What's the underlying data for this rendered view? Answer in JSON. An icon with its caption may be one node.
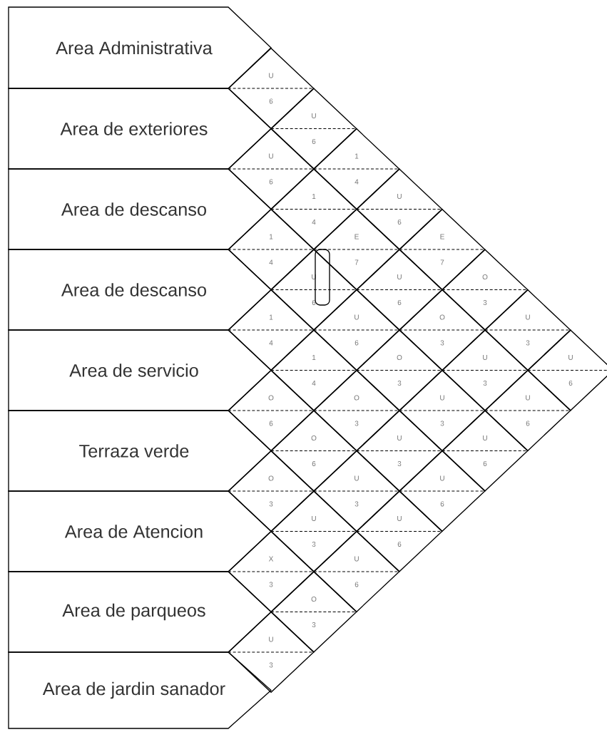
{
  "diagram": {
    "nodes": [
      {
        "text": [
          "Area Administrativa"
        ]
      },
      {
        "text": [
          "Area de exteriores"
        ]
      },
      {
        "text": [
          "Area de descanso"
        ]
      },
      {
        "text": [
          "Area de descanso"
        ]
      },
      {
        "text": [
          "Area de servicio"
        ]
      },
      {
        "text": [
          "Terraza  verde"
        ]
      },
      {
        "text": [
          "Area de Atencion"
        ]
      },
      {
        "text": [
          "Area de parqueos"
        ]
      },
      {
        "text": [
          "Area de jardin sanador"
        ]
      },
      {
        "text": [
          "U",
          "6"
        ]
      },
      {
        "text": [
          "U",
          "6"
        ]
      },
      {
        "text": [
          "U",
          "6"
        ]
      },
      {
        "text": [
          "1",
          "4"
        ]
      },
      {
        "text": [
          "1",
          "4"
        ]
      },
      {
        "text": [
          "U",
          "6"
        ]
      },
      {
        "text": [
          "1",
          "4"
        ]
      },
      {
        "text": [
          "E",
          "7"
        ]
      },
      {
        "text": [
          "E",
          "7"
        ]
      },
      {
        "text": [
          "U",
          "6"
        ]
      },
      {
        "text": [
          "U",
          "6"
        ]
      },
      {
        "text": [
          "O",
          "3"
        ]
      },
      {
        "text": [
          "1",
          "4"
        ]
      },
      {
        "text": [
          "U",
          "6"
        ]
      },
      {
        "text": [
          "O",
          "3"
        ]
      },
      {
        "text": [
          "U",
          "3"
        ]
      },
      {
        "text": [
          "1",
          "4"
        ]
      },
      {
        "text": [
          "O",
          "3"
        ]
      },
      {
        "text": [
          "U",
          "3"
        ]
      },
      {
        "text": [
          "U",
          "6"
        ]
      },
      {
        "text": [
          "O",
          "6"
        ]
      },
      {
        "text": [
          "O",
          "3"
        ]
      },
      {
        "text": [
          "U",
          "3"
        ]
      },
      {
        "text": [
          "U",
          "6"
        ]
      },
      {
        "text": [
          "O",
          "6"
        ]
      },
      {
        "text": [
          "U",
          "3"
        ]
      },
      {
        "text": [
          "U",
          "6"
        ]
      },
      {
        "text": [
          "O",
          "3"
        ]
      },
      {
        "text": [
          "U",
          "3"
        ]
      },
      {
        "text": [
          "U",
          "6"
        ]
      },
      {
        "text": [
          "U",
          "3"
        ]
      },
      {
        "text": [
          "U",
          "6"
        ]
      },
      {
        "text": [
          "X",
          "3"
        ]
      },
      {
        "text": [
          "U",
          "6"
        ]
      },
      {
        "text": [
          "O",
          "3"
        ]
      },
      {
        "text": [
          "U",
          "3"
        ]
      }
    ]
  }
}
